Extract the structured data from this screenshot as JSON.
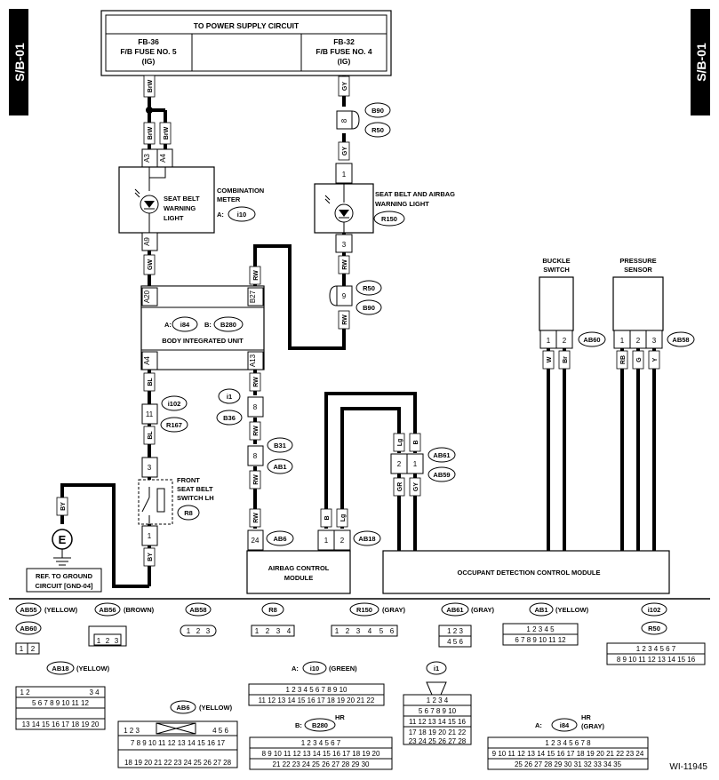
{
  "side_tab_left": "S/B-01",
  "side_tab_right": "S/B-01",
  "power_supply": {
    "title": "TO POWER SUPPLY CIRCUIT",
    "fuse_left": [
      "FB-36",
      "F/B FUSE NO. 5",
      "(IG)"
    ],
    "fuse_right": [
      "FB-32",
      "F/B FUSE NO. 4",
      "(IG)"
    ]
  },
  "components": {
    "combo_meter": {
      "lines": [
        "COMBINATION",
        "METER"
      ],
      "conn_prefix": "A:",
      "conn": "i10"
    },
    "seat_belt_warning_light": [
      "SEAT BELT",
      "WARNING",
      "LIGHT"
    ],
    "airbag_light": {
      "lines": [
        "SEAT BELT AND AIRBAG",
        "WARNING LIGHT"
      ],
      "conn": "R150"
    },
    "biu": {
      "title": "BODY INTEGRATED UNIT",
      "a_prefix": "A:",
      "a": "i84",
      "b_prefix": "B:",
      "b": "B280"
    },
    "buckle_switch": [
      "BUCKLE",
      "SWITCH"
    ],
    "pressure_sensor": [
      "PRESSURE",
      "SENSOR"
    ],
    "front_seat_belt_switch": {
      "lines": [
        "FRONT",
        "SEAT BELT",
        "SWITCH LH"
      ],
      "conn": "R8"
    },
    "airbag_module": [
      "AIRBAG CONTROL",
      "MODULE"
    ],
    "odcm": "OCCUPANT DETECTION CONTROL MODULE",
    "ground": {
      "symbol": "E",
      "lines": [
        "REF. TO GROUND",
        "CIRCUIT [GND-04]"
      ]
    }
  },
  "connectors": {
    "b90_top": "B90",
    "r50_top": "R50",
    "r50_mid": "R50",
    "b90_mid": "B90",
    "i102": "i102",
    "r167": "R167",
    "i1": "i1",
    "b36": "B36",
    "b31": "B31",
    "ab1": "AB1",
    "ab61": "AB61",
    "ab59": "AB59",
    "ab60": "AB60",
    "ab58": "AB58",
    "ab6": "AB6",
    "ab18": "AB18"
  },
  "wire_colors": {
    "brw_top": "BrW",
    "brw_a": "BrW",
    "brw_b": "BrW",
    "gy_top": "GY",
    "gy_mid": "GY",
    "gw": "GW",
    "rw_b27": "RW",
    "rw_mid": "RW",
    "rw_low": "RW",
    "rw_a13": "RW",
    "rw_i1": "RW",
    "rw_b31": "RW",
    "rw_ab6": "RW",
    "bl_a4": "BL",
    "bl_low": "BL",
    "by_left": "BY",
    "by_sw": "BY",
    "lg_ab61": "Lg",
    "b_ab61": "B",
    "gr": "GR",
    "gy_ab59": "GY",
    "b_ab18": "B",
    "lg_ab18": "Lg",
    "w": "W",
    "br": "Br",
    "rb": "RB",
    "g": "G",
    "y": "Y"
  },
  "pins": {
    "a3": "A3",
    "a4": "A4",
    "a9": "A9",
    "p8_b90": "8",
    "p1_light": "1",
    "p3_light": "3",
    "a20": "A20",
    "b27": "B27",
    "a4_biu": "A4",
    "a13": "A13",
    "p9": "9",
    "p11": "11",
    "p3_sw": "3",
    "p1_sw": "1",
    "p8_i1": "8",
    "p8_b31": "8",
    "p2_ab61": "2",
    "p1_ab61": "1",
    "p24": "24",
    "p1_ab18": "1",
    "p2_ab18": "2",
    "bs1": "1",
    "bs2": "2",
    "ps1": "1",
    "ps2": "2",
    "ps3": "3"
  },
  "legend": {
    "ab55": "AB55",
    "ab55_color": "(YELLOW)",
    "ab56": "AB56",
    "ab56_color": "(BROWN)",
    "ab58": "AB58",
    "r8": "R8",
    "r150": "R150",
    "r150_color": "(GRAY)",
    "ab61": "AB61",
    "ab61_color": "(GRAY)",
    "ab1": "AB1",
    "ab1_color": "(YELLOW)",
    "i102": "i102",
    "r50": "R50",
    "ab60": "AB60",
    "ab18": "AB18",
    "ab18_color": "(YELLOW)",
    "a_prefix": "A:",
    "i10": "i10",
    "i10_color": "(GREEN)",
    "i1": "i1",
    "ab6": "AB6",
    "ab6_color": "(YELLOW)",
    "b_prefix": "B:",
    "b280": "B280",
    "hr1": "HR",
    "a_prefix2": "A:",
    "i84": "i84",
    "hr2": "HR",
    "i84_color": "(GRAY)"
  },
  "figure_id": "WI-11945"
}
